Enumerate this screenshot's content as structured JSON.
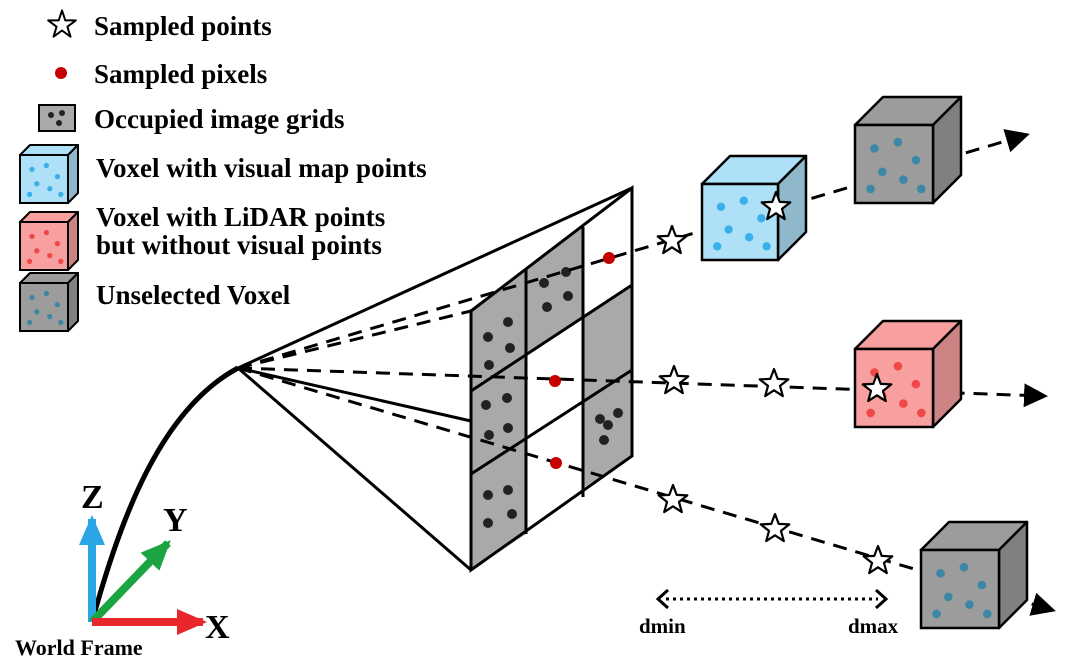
{
  "legend": {
    "sampled_points": "Sampled points",
    "sampled_pixels": "Sampled pixels",
    "occupied_grids": "Occupied image grids",
    "voxel_visual": "Voxel with visual map points",
    "voxel_lidar_line1": "Voxel with LiDAR points",
    "voxel_lidar_line2": "but without visual points",
    "unselected": "Unselected Voxel"
  },
  "axes": {
    "z": "Z",
    "y": "Y",
    "x": "X",
    "frame": "World Frame"
  },
  "range": {
    "dmin": "dmin",
    "dmax": "dmax"
  },
  "colors": {
    "blue_face": "#aee0f7",
    "blue_dot": "#3ab0ea",
    "red_face": "#f8a0a0",
    "red_dot": "#f04848",
    "gray_face": "#9c9c9c",
    "gray_dot": "#3c86a6",
    "grid_gray": "#a9a9a9",
    "pixel_red": "#c40000",
    "axis_x": "#e8262b",
    "axis_y": "#1aa542",
    "axis_z": "#2aa6e6"
  }
}
